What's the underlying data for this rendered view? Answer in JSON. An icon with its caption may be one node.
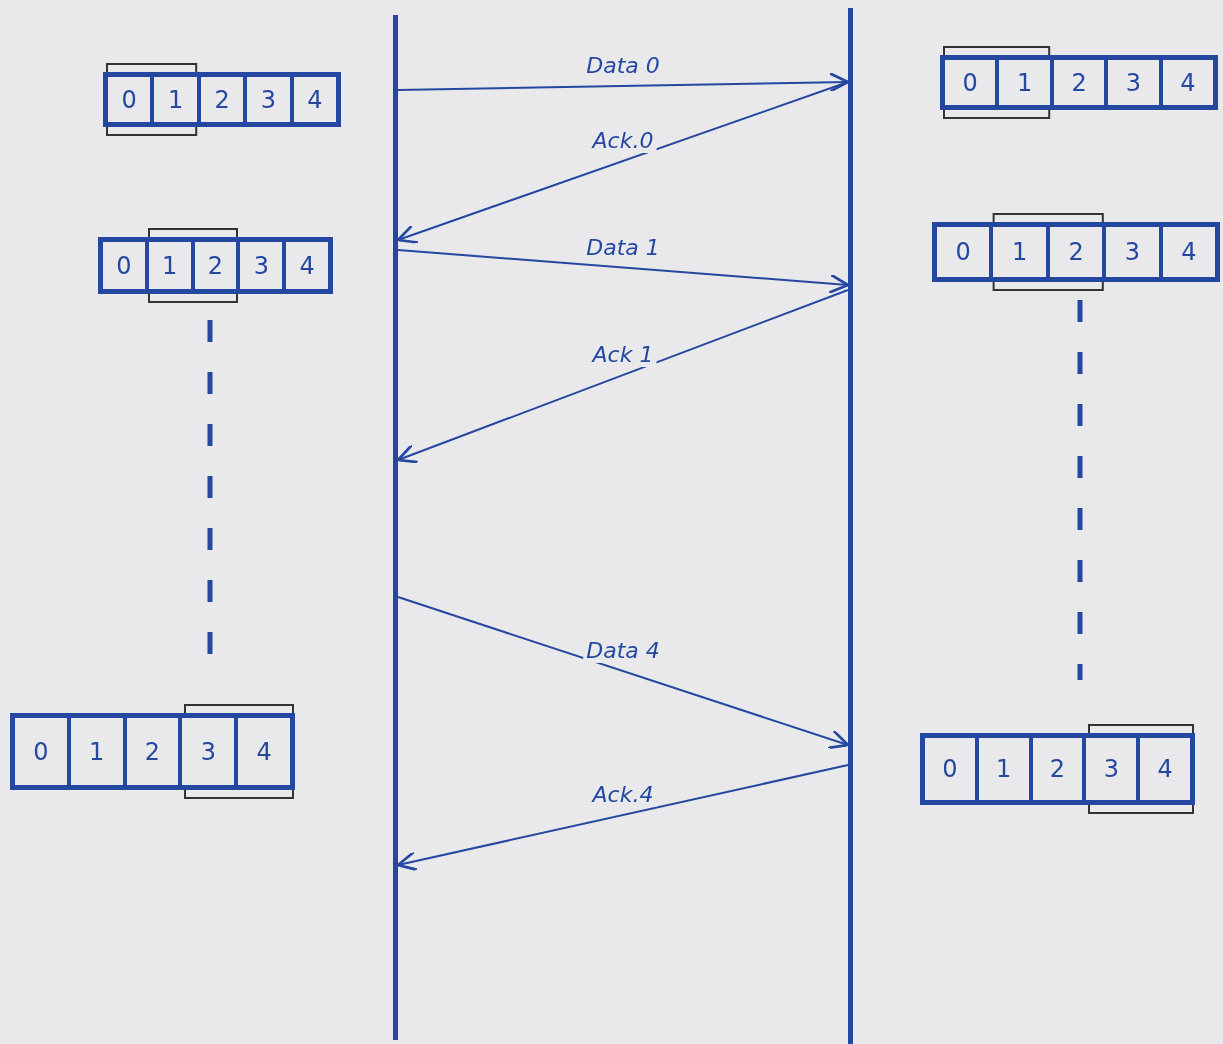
{
  "diagram": {
    "nodes": [
      {
        "text": [],
        "shape": "bar"
      },
      {
        "text": [],
        "shape": "bar"
      },
      {
        "text": [],
        "shape": "box"
      },
      {
        "text": [
          "0"
        ],
        "in": 2
      },
      {
        "text": [
          "1"
        ],
        "in": 2
      },
      {
        "text": [
          "2"
        ],
        "in": 2
      },
      {
        "text": [
          "3"
        ],
        "in": 2
      },
      {
        "text": [
          "4"
        ],
        "in": 2
      },
      {
        "text": [],
        "shape": "box"
      },
      {
        "text": [
          "0"
        ],
        "in": 8
      },
      {
        "text": [
          "1"
        ],
        "in": 8
      },
      {
        "text": [
          "2"
        ],
        "in": 8
      },
      {
        "text": [
          "3"
        ],
        "in": 8
      },
      {
        "text": [
          "4"
        ],
        "in": 8
      },
      {
        "text": [],
        "shape": "box"
      },
      {
        "text": [
          "0"
        ],
        "in": 14
      },
      {
        "text": [
          "1"
        ],
        "in": 14
      },
      {
        "text": [
          "2"
        ],
        "in": 14
      },
      {
        "text": [
          "3"
        ],
        "in": 14
      },
      {
        "text": [
          "4"
        ],
        "in": 14
      },
      {
        "text": [],
        "shape": "box"
      },
      {
        "text": [
          "0"
        ],
        "in": 20
      },
      {
        "text": [
          "1"
        ],
        "in": 20
      },
      {
        "text": [
          "2"
        ],
        "in": 20
      },
      {
        "text": [
          "3"
        ],
        "in": 20
      },
      {
        "text": [
          "4"
        ],
        "in": 20
      },
      {
        "text": [],
        "shape": "box"
      },
      {
        "text": [
          "0"
        ],
        "in": 26
      },
      {
        "text": [
          "1"
        ],
        "in": 26
      },
      {
        "text": [
          "2"
        ],
        "in": 26
      },
      {
        "text": [
          "3"
        ],
        "in": 26
      },
      {
        "text": [
          "4"
        ],
        "in": 26
      },
      {
        "text": [],
        "shape": "box"
      },
      {
        "text": [
          "0"
        ],
        "in": 32
      },
      {
        "text": [
          "1"
        ],
        "in": 32
      },
      {
        "text": [
          "2"
        ],
        "in": 32
      },
      {
        "text": [
          "3"
        ],
        "in": 32
      },
      {
        "text": [
          "4"
        ],
        "in": 32
      }
    ],
    "edges": [
      {
        "from": 0,
        "to": 1,
        "arrow": "to",
        "label": "Data 0"
      },
      {
        "from": 1,
        "to": 0,
        "arrow": "to",
        "label": "Ack.0"
      },
      {
        "from": 0,
        "to": 1,
        "arrow": "to",
        "label": "Data 1"
      },
      {
        "from": 1,
        "to": 0,
        "arrow": "to",
        "label": "Ack 1"
      },
      {
        "from": 0,
        "to": 1,
        "arrow": "to",
        "label": "Data 4"
      },
      {
        "from": 1,
        "to": 0,
        "arrow": "to",
        "label": "Ack.4"
      }
    ]
  }
}
